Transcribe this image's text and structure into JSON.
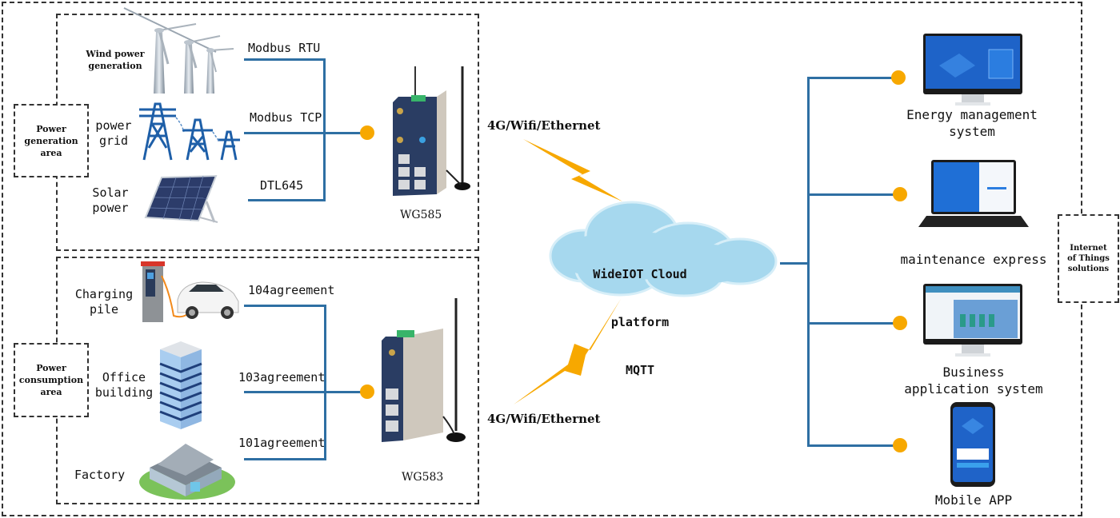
{
  "diagram": {
    "colors": {
      "connector": "#2e6fa3",
      "node_dot": "#f7a800",
      "cloud": "#a6d8ee",
      "lightning": "#f7a800",
      "dashed_border": "#333333"
    },
    "power_generation_area": {
      "label": "Power\ngeneration\narea",
      "sources": [
        {
          "name": "Wind power\ngeneration",
          "icon": "wind-turbine-icon",
          "protocol": "Modbus RTU"
        },
        {
          "name": "power\ngrid",
          "icon": "transmission-tower-icon",
          "protocol": "Modbus TCP"
        },
        {
          "name": "Solar\npower",
          "icon": "solar-panel-icon",
          "protocol": "DTL645"
        }
      ],
      "gateway": {
        "model": "WG585",
        "icon": "gateway-router-icon"
      }
    },
    "power_consumption_area": {
      "label": "Power\nconsumption\narea",
      "sources": [
        {
          "name": "Charging\npile",
          "icon": "ev-charger-icon",
          "protocol": "104agreement"
        },
        {
          "name": "Office\nbuilding",
          "icon": "office-building-icon",
          "protocol": "103agreement"
        },
        {
          "name": "Factory",
          "icon": "factory-icon",
          "protocol": "101agreement"
        }
      ],
      "gateway": {
        "model": "WG583",
        "icon": "gateway-router-icon"
      }
    },
    "links": {
      "top": "4G/Wifi/Ethernet",
      "bottom": "4G/Wifi/Ethernet"
    },
    "cloud": {
      "line1": "WideIOT Cloud",
      "line2": "platform",
      "line3": "MQTT"
    },
    "solutions": {
      "label": "Internet\nof Things\nsolutions",
      "items": [
        {
          "name": "Energy management\nsystem",
          "icon": "desktop-monitor-icon"
        },
        {
          "name": "maintenance express",
          "icon": "laptop-icon"
        },
        {
          "name": "Business\napplication system",
          "icon": "desktop-monitor-icon"
        },
        {
          "name": "Mobile APP",
          "icon": "smartphone-icon"
        }
      ]
    }
  }
}
